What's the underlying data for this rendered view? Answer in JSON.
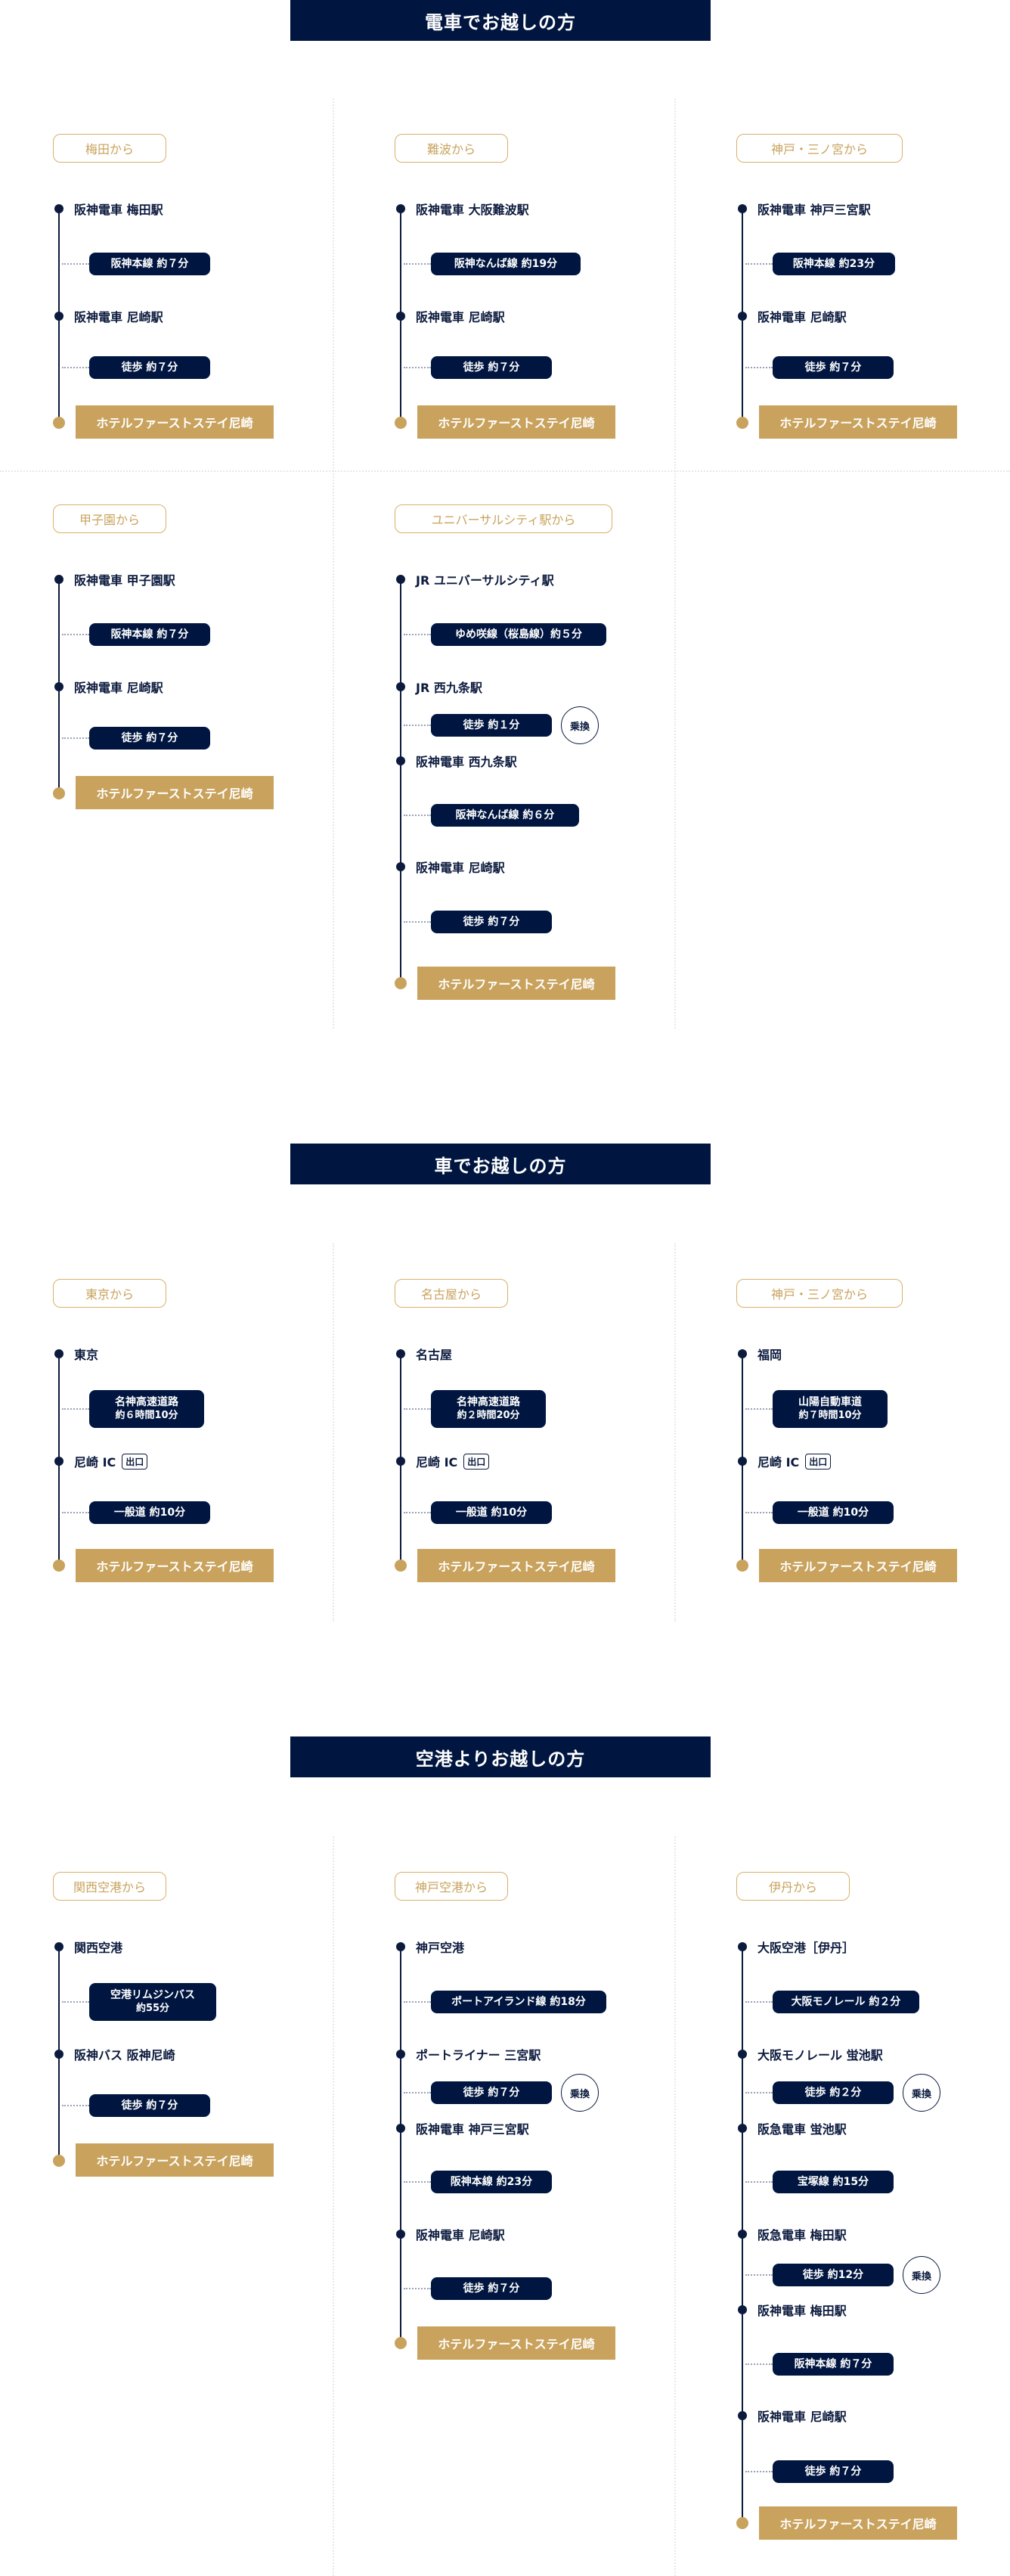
{
  "sections": {
    "train": {
      "title": "電車でお越しの方"
    },
    "car": {
      "title": "車でお越しの方"
    },
    "air": {
      "title": "空港よりお越しの方"
    }
  },
  "destination": "ホテルファーストステイ尼崎",
  "transfer_label": "乗換",
  "exit_label": "出口",
  "train_routes": [
    {
      "origin": "梅田から",
      "stops": [
        "阪神電車 梅田駅",
        "阪神電車 尼崎駅"
      ],
      "segments": [
        "阪神本線 約７分",
        "徒歩 約７分"
      ]
    },
    {
      "origin": "難波から",
      "stops": [
        "阪神電車 大阪難波駅",
        "阪神電車 尼崎駅"
      ],
      "segments": [
        "阪神なんば線 約19分",
        "徒歩 約７分"
      ]
    },
    {
      "origin": "神戸・三ノ宮から",
      "stops": [
        "阪神電車 神戸三宮駅",
        "阪神電車 尼崎駅"
      ],
      "segments": [
        "阪神本線 約23分",
        "徒歩 約７分"
      ]
    },
    {
      "origin": "甲子園から",
      "stops": [
        "阪神電車 甲子園駅",
        "阪神電車 尼崎駅"
      ],
      "segments": [
        "阪神本線 約７分",
        "徒歩 約７分"
      ]
    },
    {
      "origin": "ユニバーサルシティ駅から",
      "stops": [
        "JR ユニバーサルシティ駅",
        "JR 西九条駅",
        "阪神電車 西九条駅",
        "阪神電車 尼崎駅"
      ],
      "segments": [
        "ゆめ咲線（桜島線）約５分",
        "徒歩 約１分",
        "阪神なんば線 約６分",
        "徒歩 約７分"
      ]
    }
  ],
  "car_routes": [
    {
      "origin": "東京から",
      "stops": [
        "東京",
        "尼崎 IC"
      ],
      "segments": [
        [
          "名神高速道路",
          "約６時間10分"
        ],
        "一般道 約10分"
      ]
    },
    {
      "origin": "名古屋から",
      "stops": [
        "名古屋",
        "尼崎 IC"
      ],
      "segments": [
        [
          "名神高速道路",
          "約２時間20分"
        ],
        "一般道 約10分"
      ]
    },
    {
      "origin": "神戸・三ノ宮から",
      "stops": [
        "福岡",
        "尼崎 IC"
      ],
      "segments": [
        [
          "山陽自動車道",
          "約７時間10分"
        ],
        "一般道 約10分"
      ]
    }
  ],
  "air_routes": [
    {
      "origin": "関西空港から",
      "stops": [
        "関西空港",
        "阪神バス 阪神尼崎"
      ],
      "segments": [
        [
          "空港リムジンバス",
          "約55分"
        ],
        "徒歩 約７分"
      ]
    },
    {
      "origin": "神戸空港から",
      "stops": [
        "神戸空港",
        "ポートライナー 三宮駅",
        "阪神電車 神戸三宮駅",
        "阪神電車 尼崎駅"
      ],
      "segments": [
        "ポートアイランド線 約18分",
        "徒歩 約７分",
        "阪神本線 約23分",
        "徒歩 約７分"
      ]
    },
    {
      "origin": "伊丹から",
      "stops": [
        "大阪空港［伊丹］",
        "大阪モノレール 蛍池駅",
        "阪急電車 蛍池駅",
        "阪急電車 梅田駅",
        "阪神電車 梅田駅",
        "阪神電車 尼崎駅"
      ],
      "segments": [
        "大阪モノレール 約２分",
        "徒歩 約２分",
        "宝塚線 約15分",
        "徒歩 約12分",
        "阪神本線 約７分",
        "徒歩 約７分"
      ]
    }
  ],
  "colors": {
    "navy": "#001640",
    "gold": "#c9a35d"
  }
}
